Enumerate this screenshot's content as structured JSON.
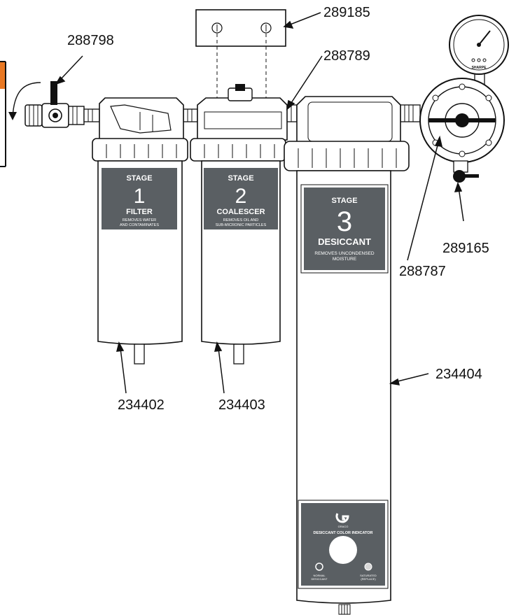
{
  "callouts": {
    "valve": "288798",
    "bracket": "289185",
    "coupler": "288789",
    "regulator": "288787",
    "drain_valve": "289165",
    "stage1_bowl": "234402",
    "stage2_bowl": "234403",
    "stage3_bowl": "234404"
  },
  "stage1": {
    "stage": "STAGE",
    "number": "1",
    "name": "FILTER",
    "desc1": "REMOVES WATER",
    "desc2": "AND CONTAMINATES"
  },
  "stage2": {
    "stage": "STAGE",
    "number": "2",
    "name": "COALESCER",
    "desc1": "REMOVES OIL AND",
    "desc2": "SUB-MICRONIC PARTICLES"
  },
  "stage3": {
    "stage": "STAGE",
    "number": "3",
    "name": "DESICCANT",
    "desc1": "REMOVES UNCONDENSED",
    "desc2": "MOISTURE"
  },
  "indicator": {
    "brand": "GRACO",
    "title": "DESICCANT COLOR INDICATOR",
    "normal1": "NORMAL",
    "normal2": "DESICCANT",
    "saturated1": "SATURATED",
    "saturated2": "(REPLACE)"
  },
  "gauge": {
    "brand": "SHARPE"
  },
  "colors": {
    "label_panel": "#5a5f63",
    "accent_tab": "#e87722"
  }
}
